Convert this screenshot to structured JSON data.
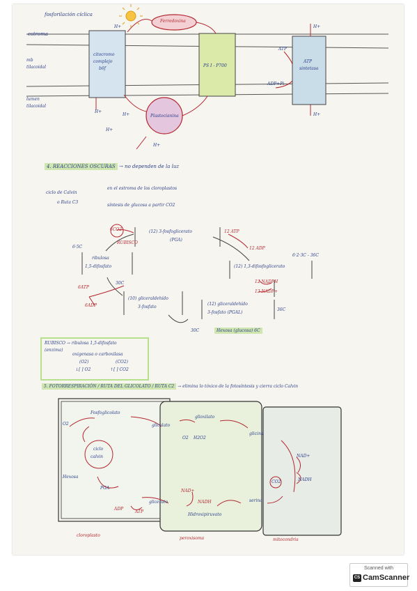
{
  "membrane": {
    "top_note": "fosforilación cíclica",
    "estroma": "estroma",
    "mb_tilacoidal": [
      "mb",
      "tilacoidal"
    ],
    "lumen": [
      "lumen",
      "tilacoidal"
    ],
    "ferredoxina": "Ferredoxina",
    "citocromo": [
      "citocromo",
      "complejo",
      "b6f"
    ],
    "psi": "PS I - P700",
    "plastocianina": "Plastocianina",
    "atp_sintetasa": [
      "ATP",
      "sintetasa"
    ],
    "h_plus": "H+",
    "atp": "ATP",
    "adp_pi": "ADP+Pi"
  },
  "section4": {
    "heading": "4. REACCIONES OSCURAS",
    "heading_suffix": "→ no dependen de la luz",
    "calvin_label": [
      "ciclo de Calvin",
      "o Ruta C3"
    ],
    "calvin_points": [
      "en el estroma de los cloroplastos",
      "síntesis de glucosa a partir CO2"
    ]
  },
  "calvin_cycle": {
    "co2": "6CO2",
    "rubisco": "RUBISCO",
    "pga": [
      "(12) 3-fosfoglicerato",
      "(PGA)"
    ],
    "atp_in": "12 ATP",
    "adp_out": "12 ADP",
    "bpga": "(12) 1,3-difosfoglicerato",
    "c_left": "6·5C",
    "c_right": "6·2·3C - 36C",
    "nadph": "12 NADPH",
    "nadp": "12 NADP+",
    "pgal": [
      "(12) gliceraldehído",
      "3-fosfato (PGAL)"
    ],
    "c36": "36C",
    "ribulosa": [
      "ribulosa",
      "1,5-difosfato"
    ],
    "gal": [
      "(10) gliceraldehído",
      "3-fosfato"
    ],
    "c30": "30C",
    "gatp": "6ATP",
    "gadp": "6ADP",
    "c6": "30C",
    "hexosa": "Hexosa (glucosa) 6C"
  },
  "rubisco_note": {
    "line1": "RUBISCO → ribulosa 1,5-difosfato",
    "line2a": "(enzima)",
    "line2b": "oxigenasa o carboxilasa",
    "line3a": "(O2)",
    "line3b": "(CO2)",
    "line4a": "↓[ ] O2",
    "line4b": "↑[ ] CO2"
  },
  "section5": {
    "heading": "5. FOTORRESPIRACIÓN / RUTA DEL GLICOLATO / RUTA C2",
    "heading_suffix": "→ elimina lo tóxico de la fotosíntesis y cierra ciclo Calvin"
  },
  "photoresp": {
    "o2": "O2",
    "fosfoglicolato": "Fosfoglicolato",
    "glicolato": "glicolato",
    "glioxilato": "glioxilato",
    "o2_h2o2": [
      "O2",
      "H2O2"
    ],
    "glicina": "glicina",
    "nad_plus": "NAD+",
    "nadh": "NADH",
    "co2": "CO2",
    "serina": "serina",
    "ciclo": [
      "ciclo",
      "calvin"
    ],
    "hexosa": "Hexosa",
    "pga": "PGA",
    "adp": "ADP",
    "atp": "ATP",
    "glicerato": "glicerato",
    "hidroxipiruvato": "Hidroxipiruvato",
    "cloroplasto": "cloroplasto",
    "peroxisoma": "peroxisoma",
    "mitocondria": "mitocondria"
  },
  "scanner": {
    "scanned_with": "Scanned with",
    "brand": "CamScanner",
    "logo": "CS"
  },
  "colors": {
    "ink": "#2a3f8a",
    "red": "#b3262f",
    "green_highlight": "#cfe6b0",
    "psi_fill": "#dbeaa8",
    "cyto_fill": "#d6e4ef",
    "plasto_fill": "#e4c6de",
    "atp_fill": "#c9dde8"
  }
}
